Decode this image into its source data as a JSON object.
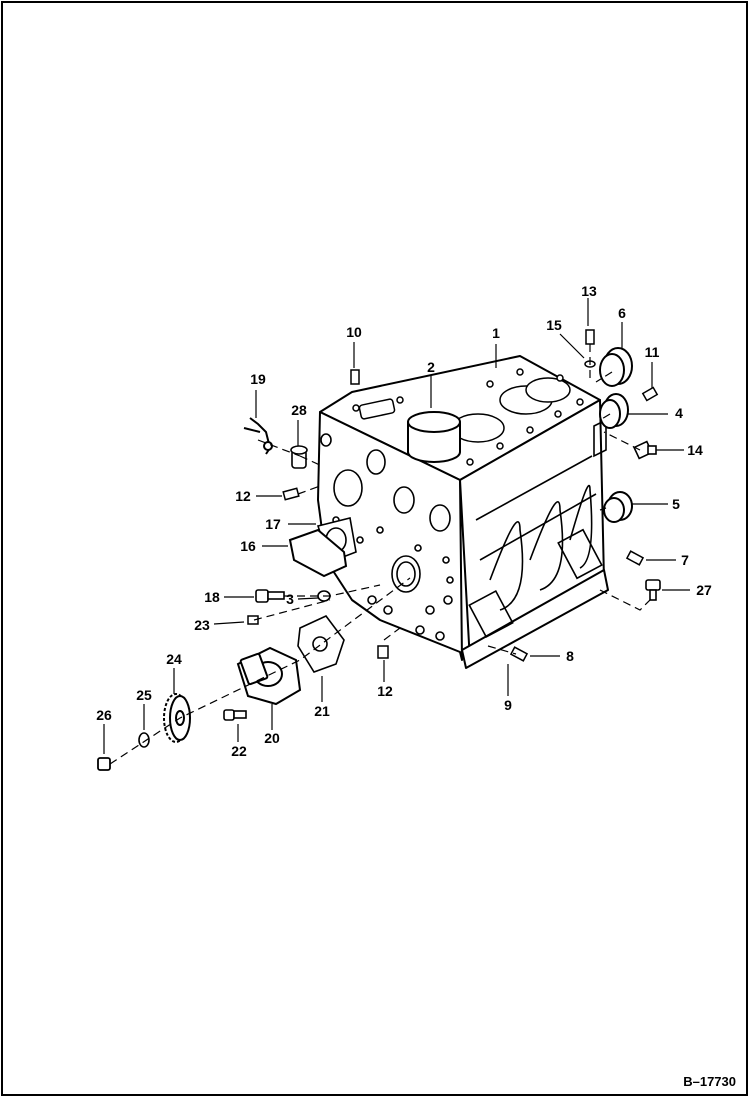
{
  "figure": {
    "reference": "B–17730",
    "part_numbers": [
      {
        "id": "1",
        "label": "1"
      },
      {
        "id": "2",
        "label": "2"
      },
      {
        "id": "3",
        "label": "3"
      },
      {
        "id": "4",
        "label": "4"
      },
      {
        "id": "5",
        "label": "5"
      },
      {
        "id": "6",
        "label": "6"
      },
      {
        "id": "7",
        "label": "7"
      },
      {
        "id": "8",
        "label": "8"
      },
      {
        "id": "9",
        "label": "9"
      },
      {
        "id": "10",
        "label": "10"
      },
      {
        "id": "11",
        "label": "11"
      },
      {
        "id": "12a",
        "label": "12"
      },
      {
        "id": "12b",
        "label": "12"
      },
      {
        "id": "13",
        "label": "13"
      },
      {
        "id": "14",
        "label": "14"
      },
      {
        "id": "15",
        "label": "15"
      },
      {
        "id": "16",
        "label": "16"
      },
      {
        "id": "17",
        "label": "17"
      },
      {
        "id": "18",
        "label": "18"
      },
      {
        "id": "19",
        "label": "19"
      },
      {
        "id": "20",
        "label": "20"
      },
      {
        "id": "21",
        "label": "21"
      },
      {
        "id": "22",
        "label": "22"
      },
      {
        "id": "23",
        "label": "23"
      },
      {
        "id": "24",
        "label": "24"
      },
      {
        "id": "25",
        "label": "25"
      },
      {
        "id": "26",
        "label": "26"
      },
      {
        "id": "27",
        "label": "27"
      },
      {
        "id": "28",
        "label": "28"
      }
    ]
  }
}
